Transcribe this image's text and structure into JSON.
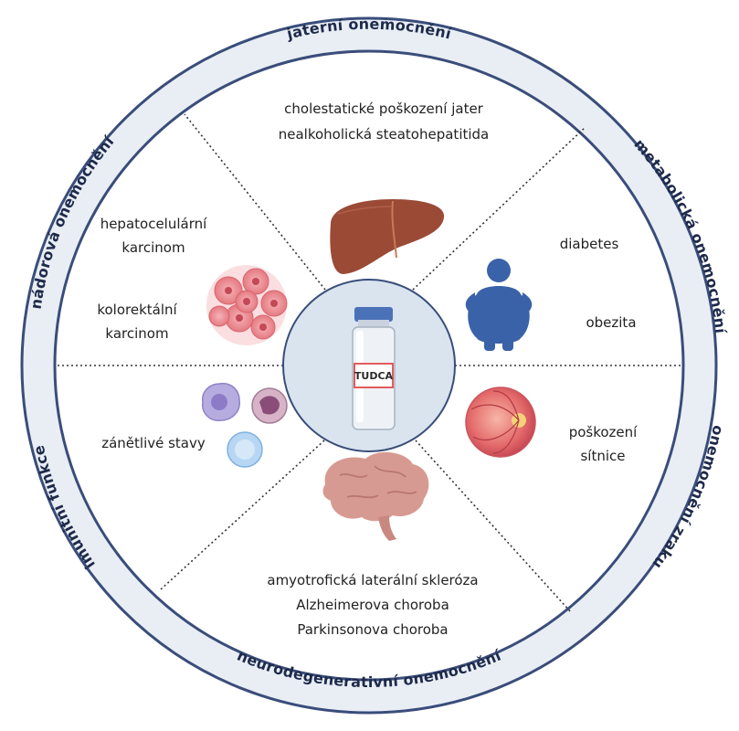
{
  "center": {
    "vial_label": "TUDCA"
  },
  "ring_labels": {
    "top": "jaterní onemocnění",
    "upper_right": "metabolická onemocnění",
    "lower_right": "onemocnění zraku",
    "bottom": "neurodegenerativní onemocnění",
    "lower_left": "imunitní funkce",
    "upper_left": "nádorová onemocnění"
  },
  "segments": {
    "liver": {
      "lines": [
        "cholestatické poškození jater",
        "nealkoholická steatohepatitida"
      ],
      "icon": "liver-icon"
    },
    "metabolic": {
      "items": [
        "diabetes",
        "obezita"
      ],
      "icon": "obese-person-icon"
    },
    "eye": {
      "lines": [
        "poškození",
        "sítnice"
      ],
      "icon": "retina-icon"
    },
    "neuro": {
      "lines": [
        "amyotrofická laterální skleróza",
        "Alzheimerova choroba",
        "Parkinsonova choroba"
      ],
      "icon": "brain-icon"
    },
    "immune": {
      "items": [
        "zánětlivé stavy"
      ],
      "icon": "immune-cells-icon"
    },
    "tumor": {
      "groups": [
        [
          "hepatocelulární",
          "karcinom"
        ],
        [
          "kolorektální",
          "karcinom"
        ]
      ],
      "icon": "tumor-cells-icon"
    }
  },
  "colors": {
    "ring_stroke": "#3a4d7a",
    "ring_fill": "#e9eef5",
    "center_fill": "#d9e4ef",
    "liver": "#9b4a36",
    "person": "#3a62a8",
    "retina": "#e06a6a",
    "brain": "#d79a92",
    "tumor": "#ec8f95",
    "immune_purple": "#a79bd6",
    "immune_blue": "#9cc7ee"
  }
}
